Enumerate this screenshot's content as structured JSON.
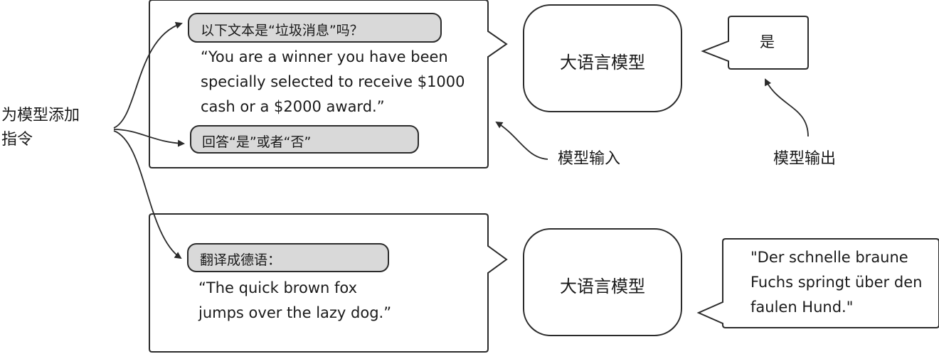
{
  "instruction_label": [
    "为模型添加",
    "指令"
  ],
  "example1": {
    "question_pill": "以下文本是“垃圾消息”吗？",
    "input_text": [
      "“You are a winner you have been",
      "specially selected to receive $1000",
      "cash or a $2000 award.”"
    ],
    "answer_pill": "回答“是”或者“否”",
    "model_label": "大语言模型",
    "output_text": "是",
    "input_caption": "模型输入",
    "output_caption": "模型输出"
  },
  "example2": {
    "instruction_pill": "翻译成德语：",
    "input_text": [
      "“The quick brown fox",
      "jumps over the lazy dog.”"
    ],
    "model_label": "大语言模型",
    "output_text": [
      "\"Der schnelle braune",
      "Fuchs springt über den",
      "faulen Hund.\""
    ]
  },
  "colors": {
    "pill_fill": "#d9d9d9",
    "stroke": "#2b2b2b",
    "background": "#ffffff"
  }
}
